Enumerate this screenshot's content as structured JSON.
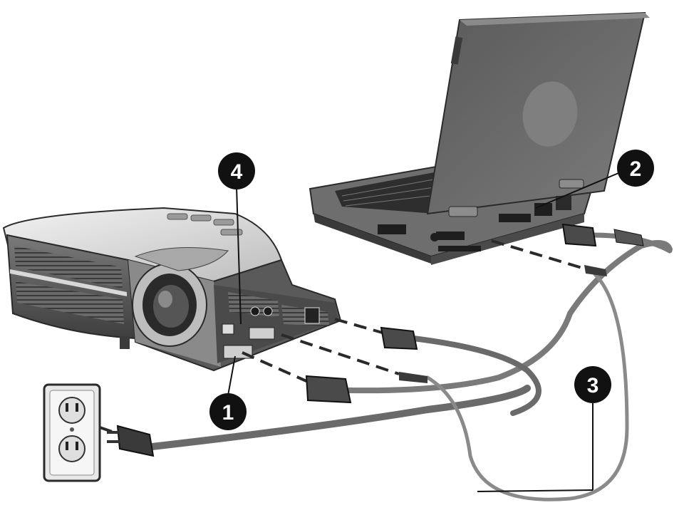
{
  "callouts": [
    {
      "id": "1",
      "label": "1"
    },
    {
      "id": "2",
      "label": "2"
    },
    {
      "id": "3",
      "label": "3"
    },
    {
      "id": "4",
      "label": "4"
    }
  ],
  "colors": {
    "background": "#ffffff",
    "ink": "#1a1a1a",
    "device_light": "#d6d6d6",
    "device_mid": "#8f8f8f",
    "device_dark": "#3c3c3c",
    "cable": "#707070"
  }
}
